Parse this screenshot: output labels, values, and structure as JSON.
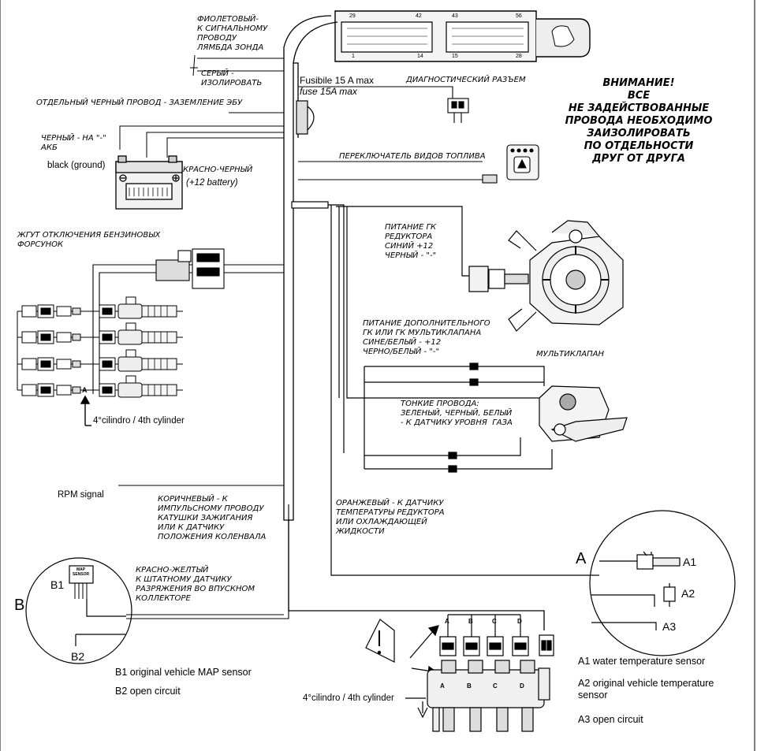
{
  "ecu_pins": {
    "p29": "29",
    "p42": "42",
    "p43": "43",
    "p56": "56",
    "p1": "1",
    "p14": "14",
    "p15": "15",
    "p28": "28"
  },
  "fuse": {
    "line1": "Fusibile 15 A max",
    "line2": "fuse 15A max"
  },
  "labels": {
    "violet": "ФИОЛЕТОВЫЙ-\nК СИГНАЛЬНОМУ\nПРОВОДУ\nЛЯМБДА ЗОНДА",
    "grey": "СЕРЫЙ -\nИЗОЛИРОВАТЬ",
    "ecu_ground": "ОТДЕЛЬНЫЙ ЧЕРНЫЙ ПРОВОД - ЗАЗЕМЛЕНИЕ ЭБУ",
    "diag": "ДИАГНОСТИЧЕСКИЙ РАЗЪЕМ",
    "black_neg": "ЧЕРНЫЙ - НА \"-\"\nАКБ",
    "black_ground": "black (ground)",
    "red_black": "КРАСНО-ЧЕРНЫЙ",
    "plus12": "(+12 battery)",
    "switch": "ПЕРЕКЛЮЧАТЕЛЬ ВИДОВ ТОПЛИВА",
    "injector_harness": "ЖГУТ ОТКЛЮЧЕНИЯ БЕНЗИНОВЫХ\nФОРСУНОК",
    "reducer_power": "ПИТАНИЕ ГК\nРЕДУКТОРА\nСИНИЙ +12\nЧЕРНЫЙ - \"-\"",
    "extra_power": "ПИТАНИЕ ДОПОЛНИТЕЛЬНОГО\nГК ИЛИ ГК МУЛЬТИКЛАПАНА\nСИНЕ/БЕЛЫЙ - +12\nЧЕРНО/БЕЛЫЙ - \"-\"",
    "multivalve": "МУЛЬТИКЛАПАН",
    "thin_wires": "ТОНКИЕ ПРОВОДА:\nЗЕЛЕНЫЙ, ЧЕРНЫЙ, БЕЛЫЙ\n- К ДАТЧИКУ УРОВНЯ  ГАЗА",
    "cyl4_top": "4°cilindro / 4th cylinder",
    "rpm": "RPM signal",
    "brown": "КОРИЧНЕВЫЙ - К\nИМПУЛЬСНОМУ ПРОВОДУ\nКАТУШКИ ЗАЖИГАНИЯ\nИЛИ К ДАТЧИКУ\nПОЛОЖЕНИЯ КОЛЕНВАЛА",
    "orange": "ОРАНЖЕВЫЙ - К ДАТЧИКУ\nТЕМПЕРАТУРЫ РЕДУКТОРА\nИЛИ ОХЛАЖДАЮЩЕЙ\nЖИДКОСТИ",
    "red_yellow": "КРАСНО-ЖЕЛТЫЙ\nК ШТАТНОМУ ДАТЧИКУ\nРАЗРЯЖЕНИЯ ВО ВПУСКНОМ\nКОЛЛЕКТОРЕ",
    "b1_desc": "B1 original vehicle MAP sensor",
    "b2_desc": "B2 open circuit",
    "cyl4_bottom": "4°cilindro / 4th cylinder",
    "a1_desc": "A1 water temperature sensor",
    "a2_desc": "A2 original vehicle temperature\nsensor",
    "a3_desc": "A3 open circuit"
  },
  "warning": "ВНИМАНИЕ!\nВСЕ\nНЕ ЗАДЕЙСТВОВАННЫЕ\nПРОВОДА НЕОБХОДИМО\nЗАИЗОЛИРОВАТЬ\nПО ОТДЕЛЬНОСТИ\nДРУГ ОТ ДРУГА",
  "circle_a": {
    "title": "A",
    "a1": "A1",
    "a2": "A2",
    "a3": "A3"
  },
  "circle_b": {
    "title": "B",
    "b1": "B1",
    "b2": "B2",
    "map_sensor": "MAP\nSENSOR"
  },
  "injector_letters": [
    "A",
    "B",
    "C",
    "D"
  ],
  "small_a": "A"
}
